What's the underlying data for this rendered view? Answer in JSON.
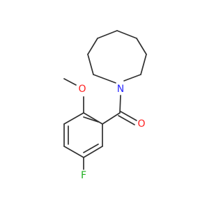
{
  "molecule": {
    "atoms": {
      "n": {
        "symbol": "N",
        "color": "#2b2bff"
      },
      "o_methoxy": {
        "symbol": "O",
        "color": "#ff2020"
      },
      "o_carbonyl": {
        "symbol": "O",
        "color": "#ff2020"
      },
      "f": {
        "symbol": "F",
        "color": "#1fae1f"
      }
    },
    "bond_color": "#303030"
  }
}
